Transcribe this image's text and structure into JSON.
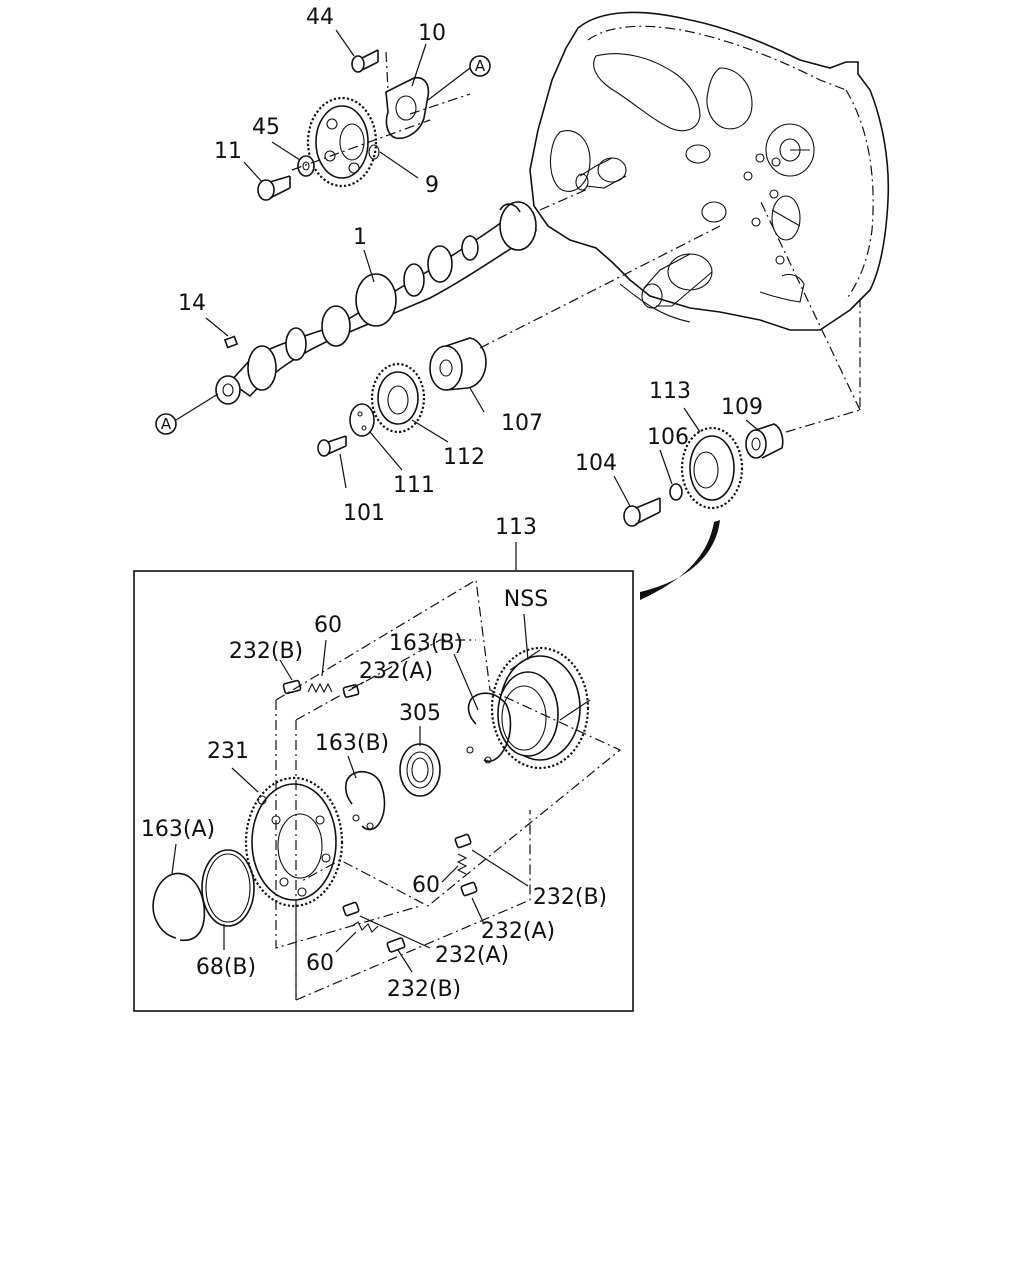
{
  "labels": {
    "l44": "44",
    "l10": "10",
    "l45": "45",
    "l11": "11",
    "l9": "9",
    "l1": "1",
    "l14": "14",
    "l107": "107",
    "l112": "112",
    "l111": "111",
    "l101": "101",
    "l113a": "113",
    "l109": "109",
    "l106": "106",
    "l104": "104",
    "l113b": "113",
    "lNSS": "NSS",
    "l60a": "60",
    "l232Ba": "232(B)",
    "l232Aa": "232(A)",
    "l163Ba": "163(B)",
    "l305": "305",
    "l163Bb": "163(B)",
    "l231": "231",
    "l163A": "163(A)",
    "l68B": "68(B)",
    "l60b": "60",
    "l232Bb": "232(B)",
    "l232Ab": "232(A)",
    "l60c": "60",
    "l232Ac": "232(A)",
    "l232Bc": "232(B)"
  },
  "refs": {
    "top": "A",
    "bottom": "A"
  }
}
